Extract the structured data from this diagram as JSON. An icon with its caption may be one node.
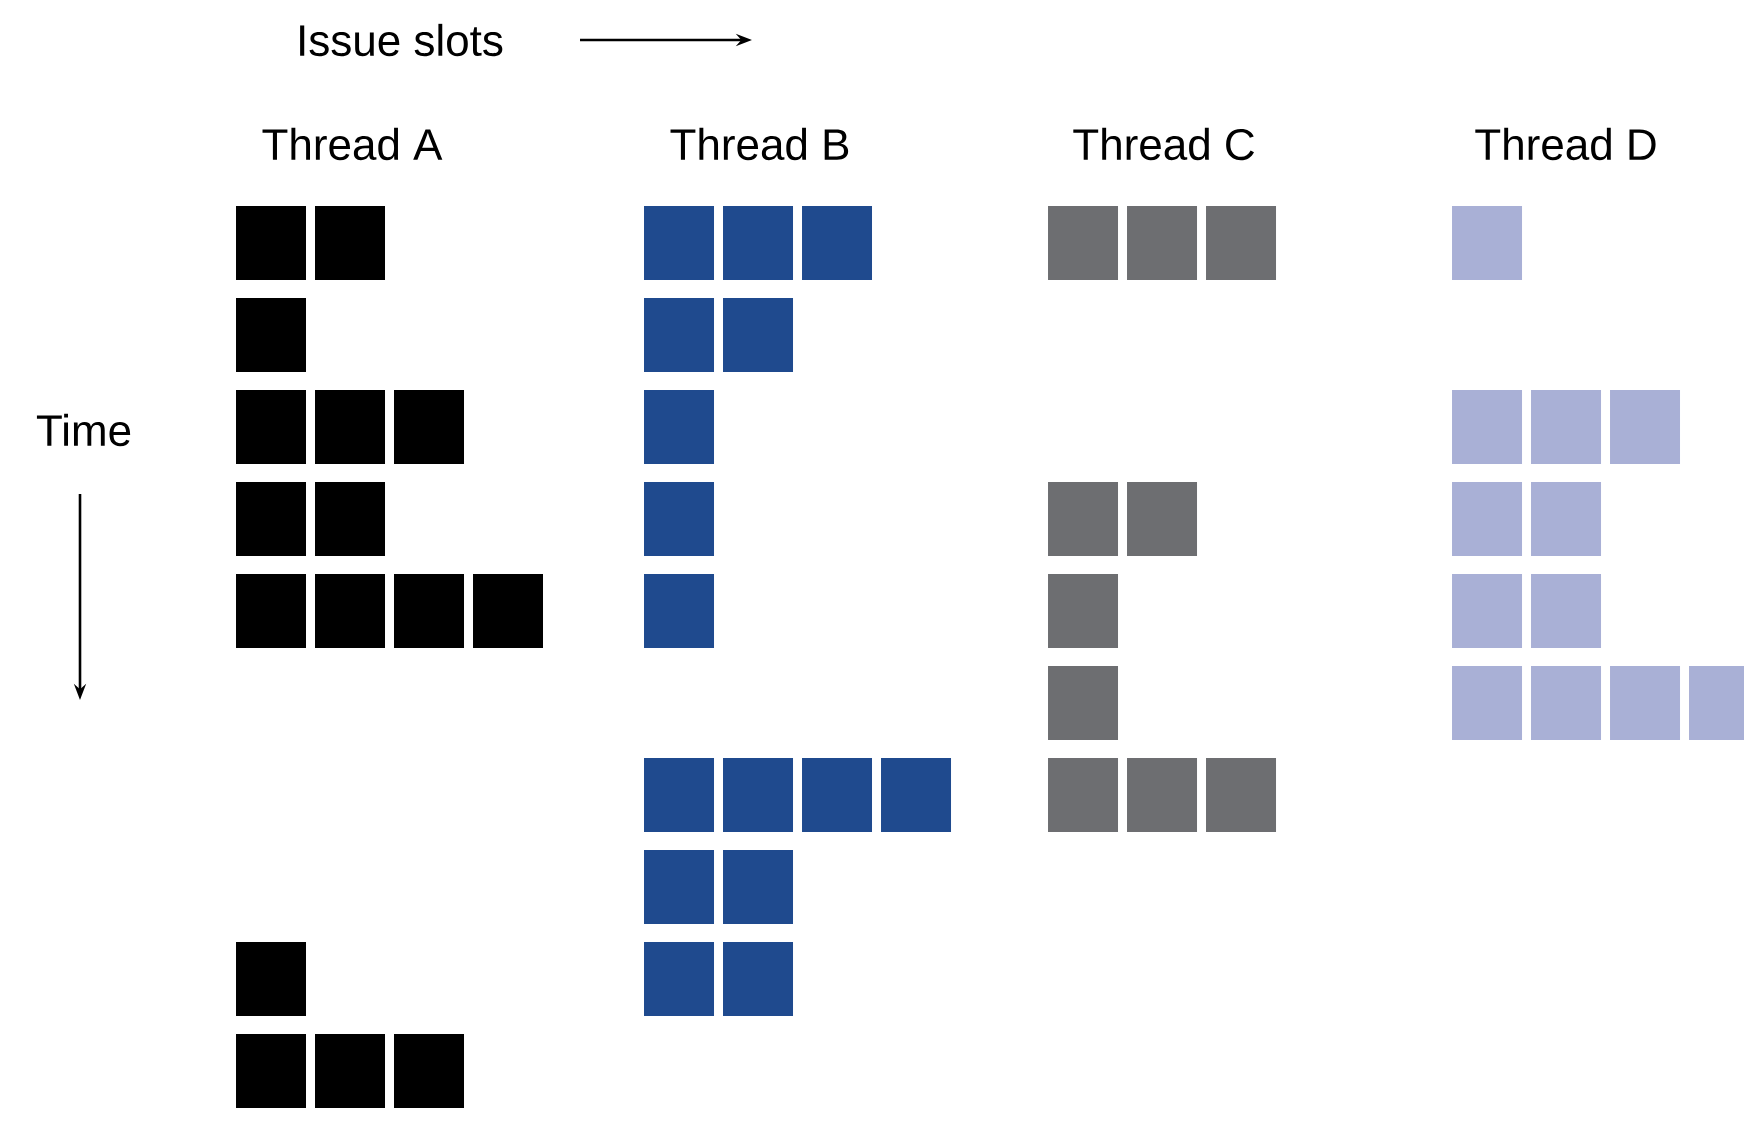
{
  "diagram": {
    "labels": [
      "Issue slots",
      "Thread A",
      "Thread B",
      "Thread C",
      "Thread D",
      "Time"
    ]
  }
}
